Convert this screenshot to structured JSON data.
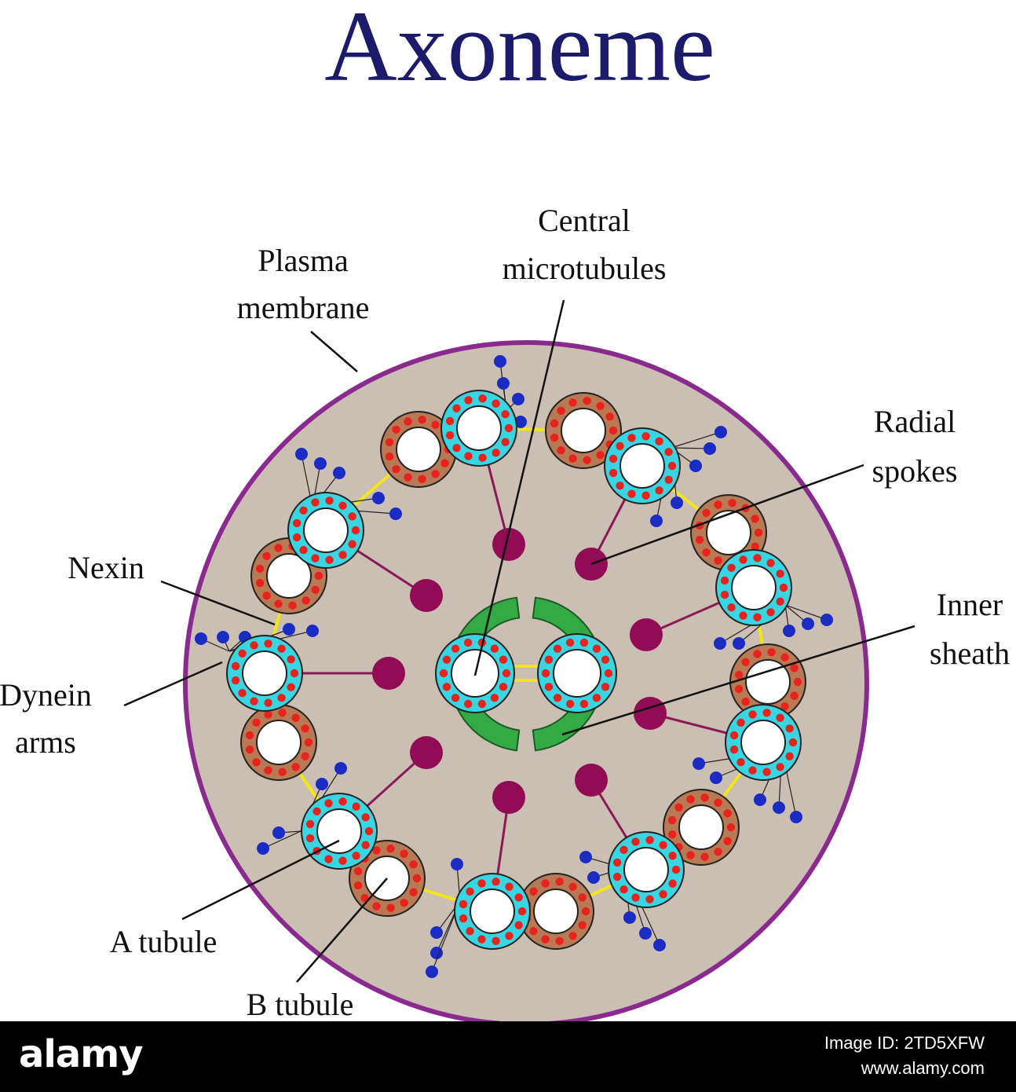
{
  "title": "Axoneme",
  "colors": {
    "title": "#1b1a6b",
    "membrane": "#8a2a8f",
    "cytoplasm": "#cbbfb3",
    "a_tubule": "#38d6e3",
    "b_tubule": "#b87a55",
    "subunit": "#e8221c",
    "spoke_head": "#920b55",
    "spoke": "#8a1a56",
    "nexin": "#f2e61a",
    "dynein": "#1a2cc4",
    "inner_sheath": "#33aa44"
  },
  "labels": {
    "plasma_membrane": [
      "Plasma",
      "membrane"
    ],
    "central_microtubules": [
      "Central",
      "microtubules"
    ],
    "radial_spokes": [
      "Radial",
      "spokes"
    ],
    "inner_sheath": [
      "Inner",
      "sheath"
    ],
    "nexin": [
      "Nexin"
    ],
    "dynein_arms": [
      "Dynein",
      "arms"
    ],
    "a_tubule": [
      "A tubule"
    ],
    "b_tubule": [
      "B tubule"
    ]
  },
  "footer": {
    "logo": "alamy",
    "image_id": "Image ID: 2TD5XFW",
    "site": "www.alamy.com"
  }
}
